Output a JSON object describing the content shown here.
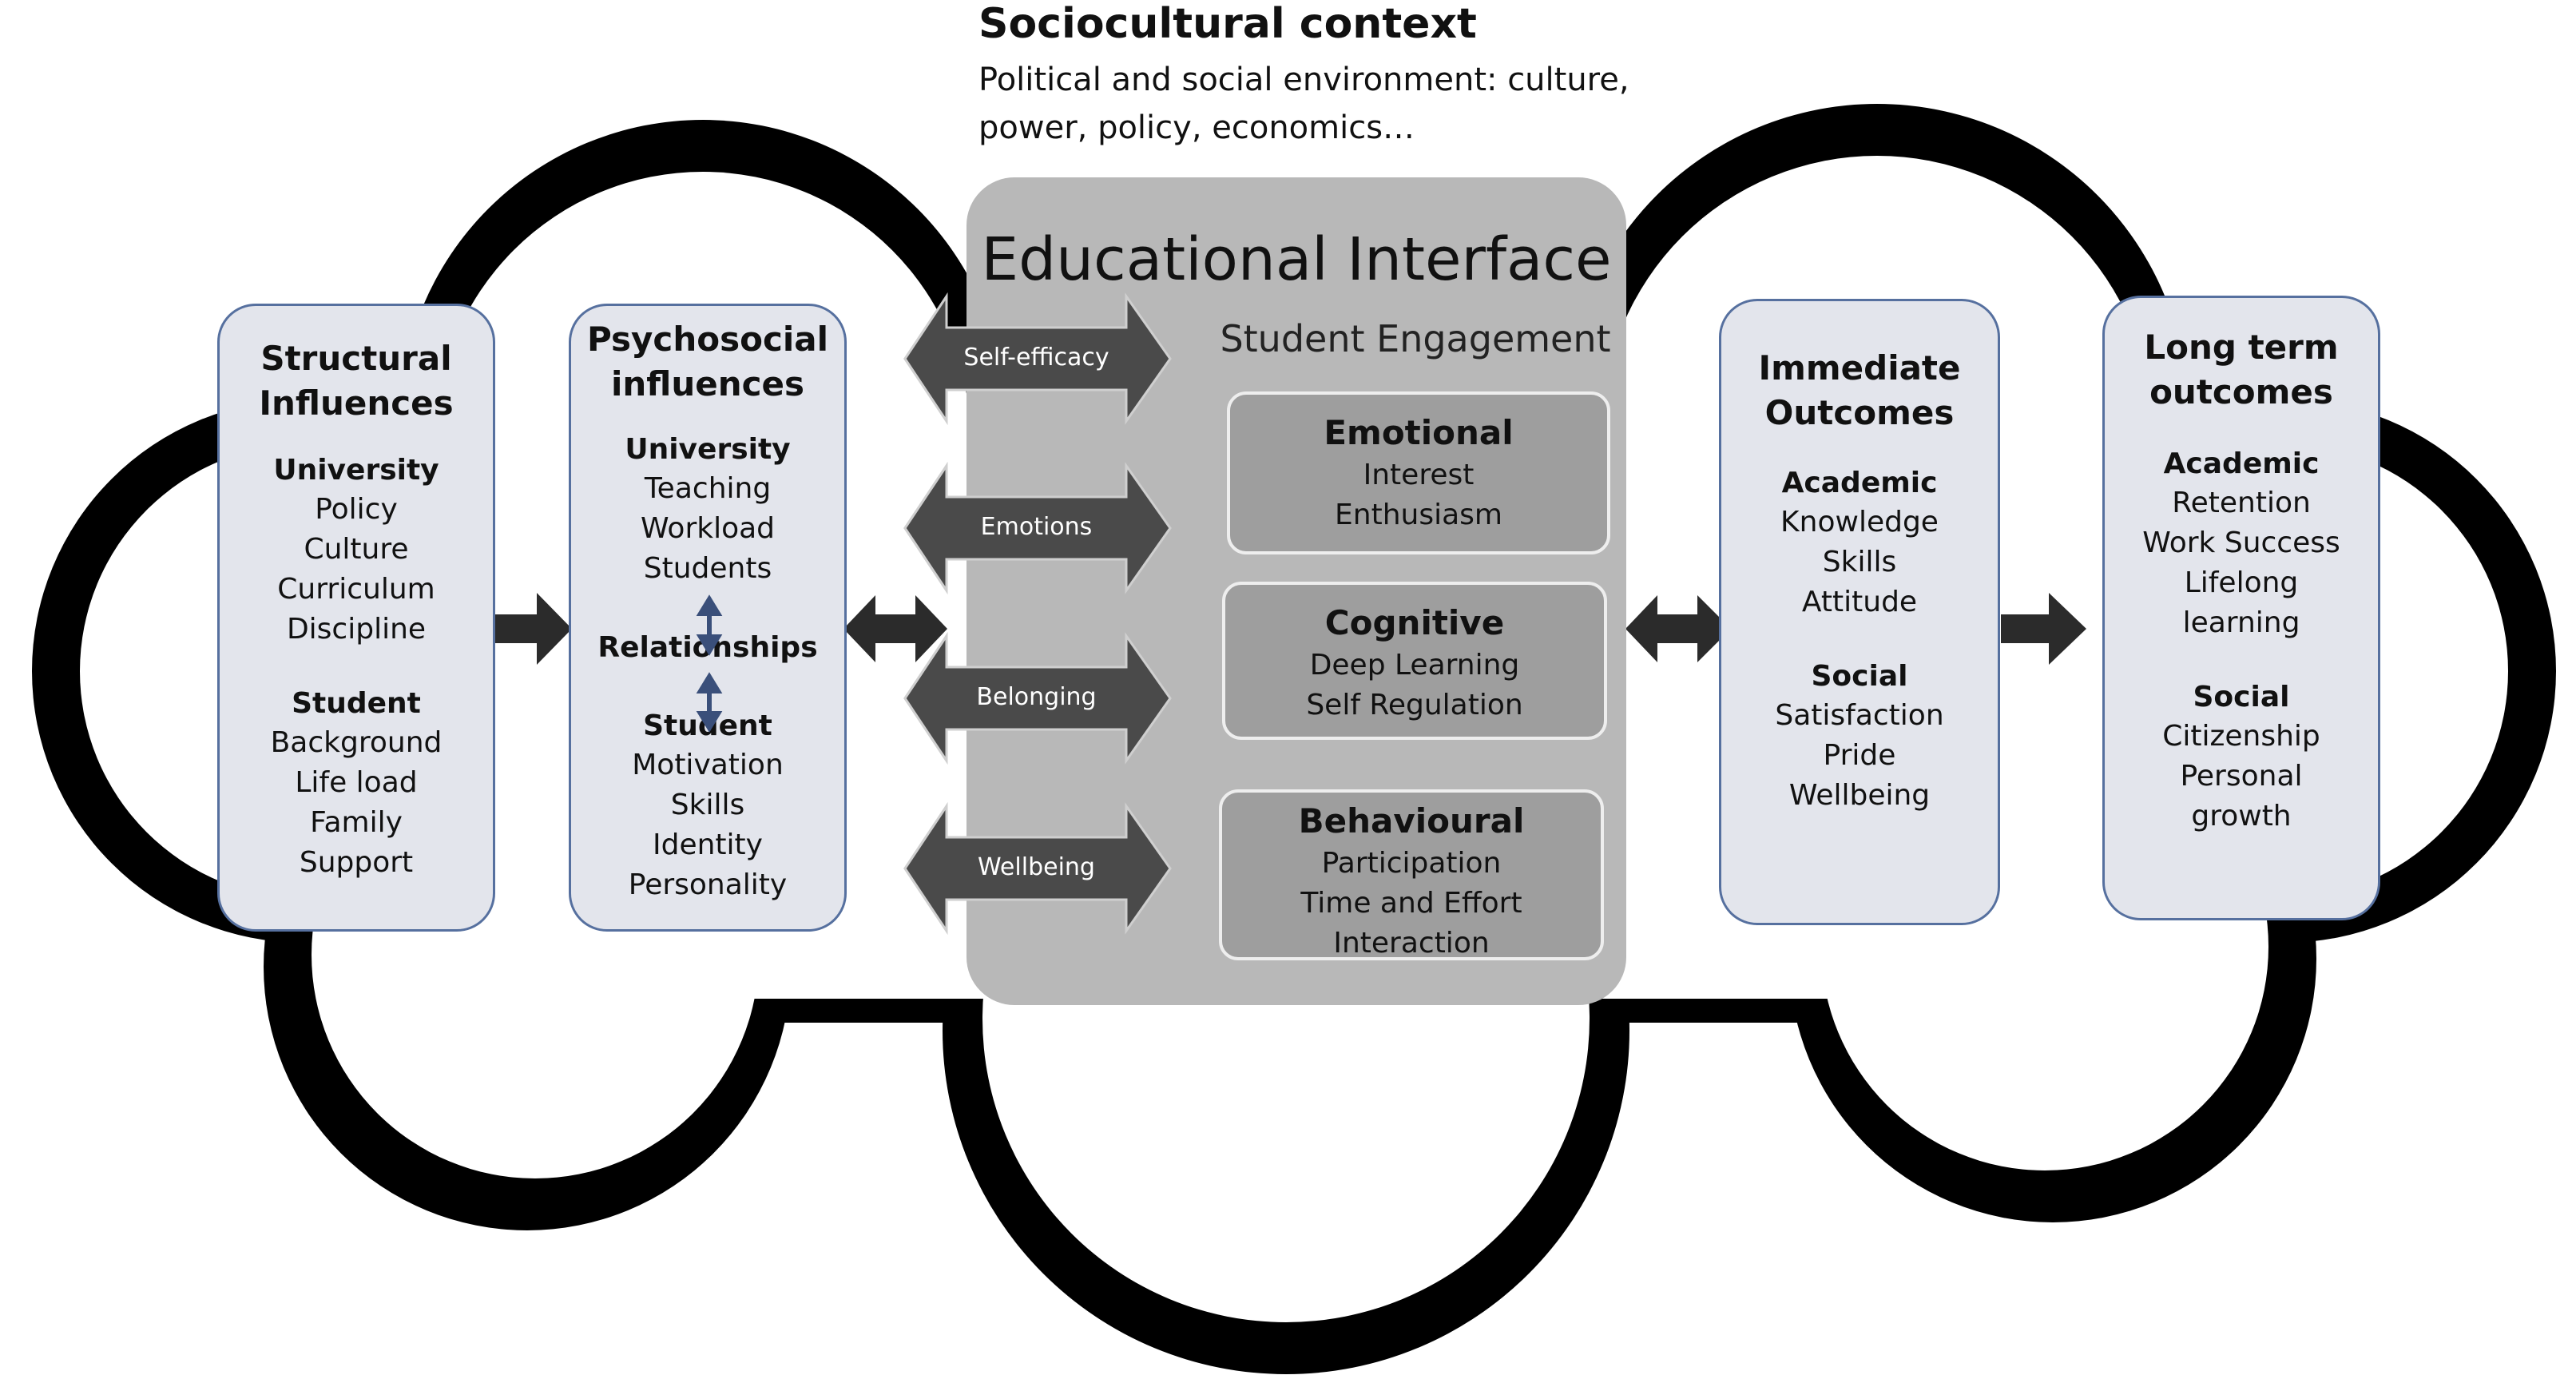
{
  "sociocultural": {
    "title": "Sociocultural context",
    "line1": "Political and social environment: culture,",
    "line2": "power, policy, economics…"
  },
  "interface": {
    "title": "Educational Interface",
    "engagement_label": "Student Engagement",
    "boxes": [
      {
        "heading": "Emotional",
        "items": [
          "Interest",
          "Enthusiasm"
        ]
      },
      {
        "heading": "Cognitive",
        "items": [
          "Deep Learning",
          "Self Regulation"
        ]
      },
      {
        "heading": "Behavioural",
        "items": [
          "Participation",
          "Time and Effort",
          "Interaction"
        ]
      }
    ],
    "arrows": [
      "Self-efficacy",
      "Emotions",
      "Belonging",
      "Wellbeing"
    ]
  },
  "structural": {
    "heading1": "Structural",
    "heading2": "Influences",
    "university_label": "University",
    "university_items": [
      "Policy",
      "Culture",
      "Curriculum",
      "Discipline"
    ],
    "student_label": "Student",
    "student_items": [
      "Background",
      "Life load",
      "Family",
      "Support"
    ]
  },
  "psychosocial": {
    "heading1": "Psychosocial",
    "heading2": "influences",
    "university_label": "University",
    "university_items": [
      "Teaching",
      "Workload",
      "Students"
    ],
    "relationships_label": "Relationships",
    "student_label": "Student",
    "student_items": [
      "Motivation",
      "Skills",
      "Identity",
      "Personality"
    ]
  },
  "immediate": {
    "heading1": "Immediate",
    "heading2": "Outcomes",
    "academic_label": "Academic",
    "academic_items": [
      "Knowledge",
      "Skills",
      "Attitude"
    ],
    "social_label": "Social",
    "social_items": [
      "Satisfaction",
      "Pride",
      "Wellbeing"
    ]
  },
  "longterm": {
    "heading1": "Long term",
    "heading2": "outcomes",
    "academic_label": "Academic",
    "academic_items": [
      "Retention",
      "Work Success",
      "Lifelong",
      "learning"
    ],
    "social_label": "Social",
    "social_items": [
      "Citizenship",
      "Personal",
      "growth"
    ]
  },
  "colors": {
    "cloud_outline": "#000000",
    "interface_fill": "#b8b8b8",
    "engagement_box_fill": "#9e9e9e",
    "column_box_fill": "#e3e5ec",
    "column_box_border": "#56709f",
    "arrow_fill": "#4a4a4a",
    "connector_arrow": "#2b2b2b"
  }
}
